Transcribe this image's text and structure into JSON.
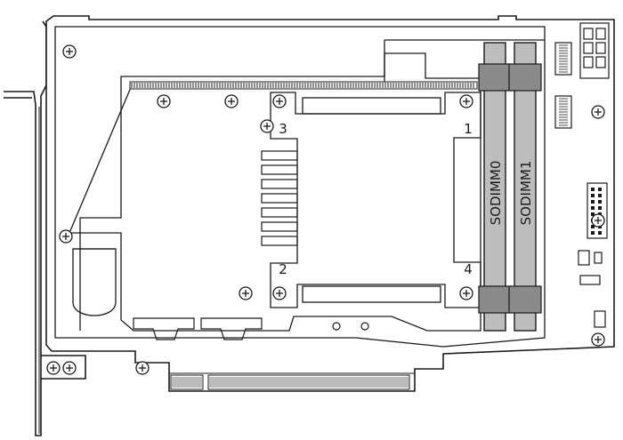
{
  "diagram": {
    "slot_labels": [
      "SODIMM0",
      "SODIMM1"
    ],
    "bracket_corner_labels": [
      "3",
      "1",
      "2",
      "4"
    ]
  },
  "colors": {
    "stroke": "#1a1a1a",
    "board": "#ffffff",
    "dimm_fill": "#bdbdbd",
    "dimm_latch": "#8a8a8a"
  }
}
